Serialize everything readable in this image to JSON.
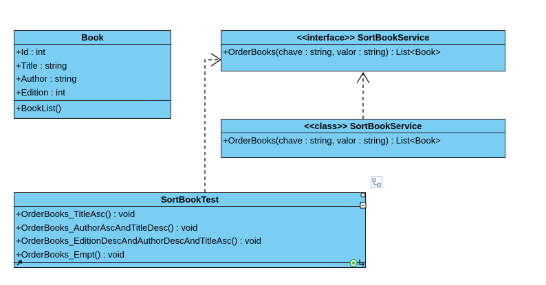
{
  "classes": {
    "book": {
      "name": "Book",
      "attributes": [
        "+Id : int",
        "+Title : string",
        "+Author : string",
        "+Edition : int"
      ],
      "operations": [
        "+BookList()"
      ]
    },
    "sort_service_interface": {
      "name": "<<interface>> SortBookService",
      "operations": [
        "+OrderBooks(chave : string, valor : string) : List<Book>"
      ]
    },
    "sort_service_class": {
      "name": "<<class>> SortBookService",
      "operations": [
        "+OrderBooks(chave : string, valor : string) : List<Book>"
      ]
    },
    "sort_book_test": {
      "name": "SortBookTest",
      "operations": [
        "+OrderBooks_TitleAsc() : void",
        "+OrderBooks_AuthorAscAndTitleDesc() : void",
        "+OrderBooks_EditionDescAndAuthorDescAndTitleAsc() : void",
        "+OrderBooks_Empt() : void"
      ]
    }
  },
  "relationships": [
    {
      "type": "dependency",
      "from": "SortBookTest",
      "to": "<<interface>> SortBookService"
    },
    {
      "type": "realization",
      "from": "<<class>> SortBookService",
      "to": "<<interface>> SortBookService"
    }
  ],
  "icons": [
    "connector-toggle-icon",
    "collapse-icon",
    "resource-icon",
    "link-icon",
    "corner-arrow-icon"
  ]
}
